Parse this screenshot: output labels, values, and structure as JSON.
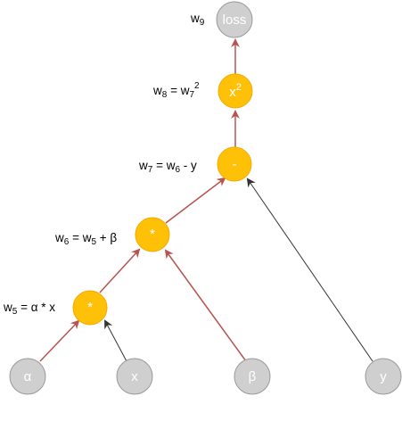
{
  "colors": {
    "input_node_fill": "#cfcfcf",
    "input_node_stroke": "#9a9a9a",
    "op_node_fill": "#ffc107",
    "op_node_stroke": "#f2a900",
    "primary_edge": "#b85450",
    "secondary_edge": "#333333"
  },
  "nodes": {
    "alpha": {
      "label": "α"
    },
    "x": {
      "label": "x"
    },
    "beta": {
      "label": "β"
    },
    "y": {
      "label": "y"
    },
    "mul1": {
      "label": "*"
    },
    "mul2": {
      "label": "*"
    },
    "minus": {
      "label": "-"
    },
    "square": {
      "base": "x",
      "exp": "2"
    },
    "loss": {
      "label": "loss"
    }
  },
  "labels": {
    "w5": {
      "var": "w",
      "sub": "5",
      "rhs": " = α * x"
    },
    "w6": {
      "var": "w",
      "sub": "6",
      "eq": " = w",
      "sub2": "5",
      "rhs": " + β"
    },
    "w7": {
      "var": "w",
      "sub": "7",
      "eq": " = w",
      "sub2": "6",
      "rhs": " - y"
    },
    "w8": {
      "var": "w",
      "sub": "8",
      "eq": " = w",
      "sub2": "7",
      "sup": "2"
    },
    "w9": {
      "var": "w",
      "sub": "9"
    }
  }
}
